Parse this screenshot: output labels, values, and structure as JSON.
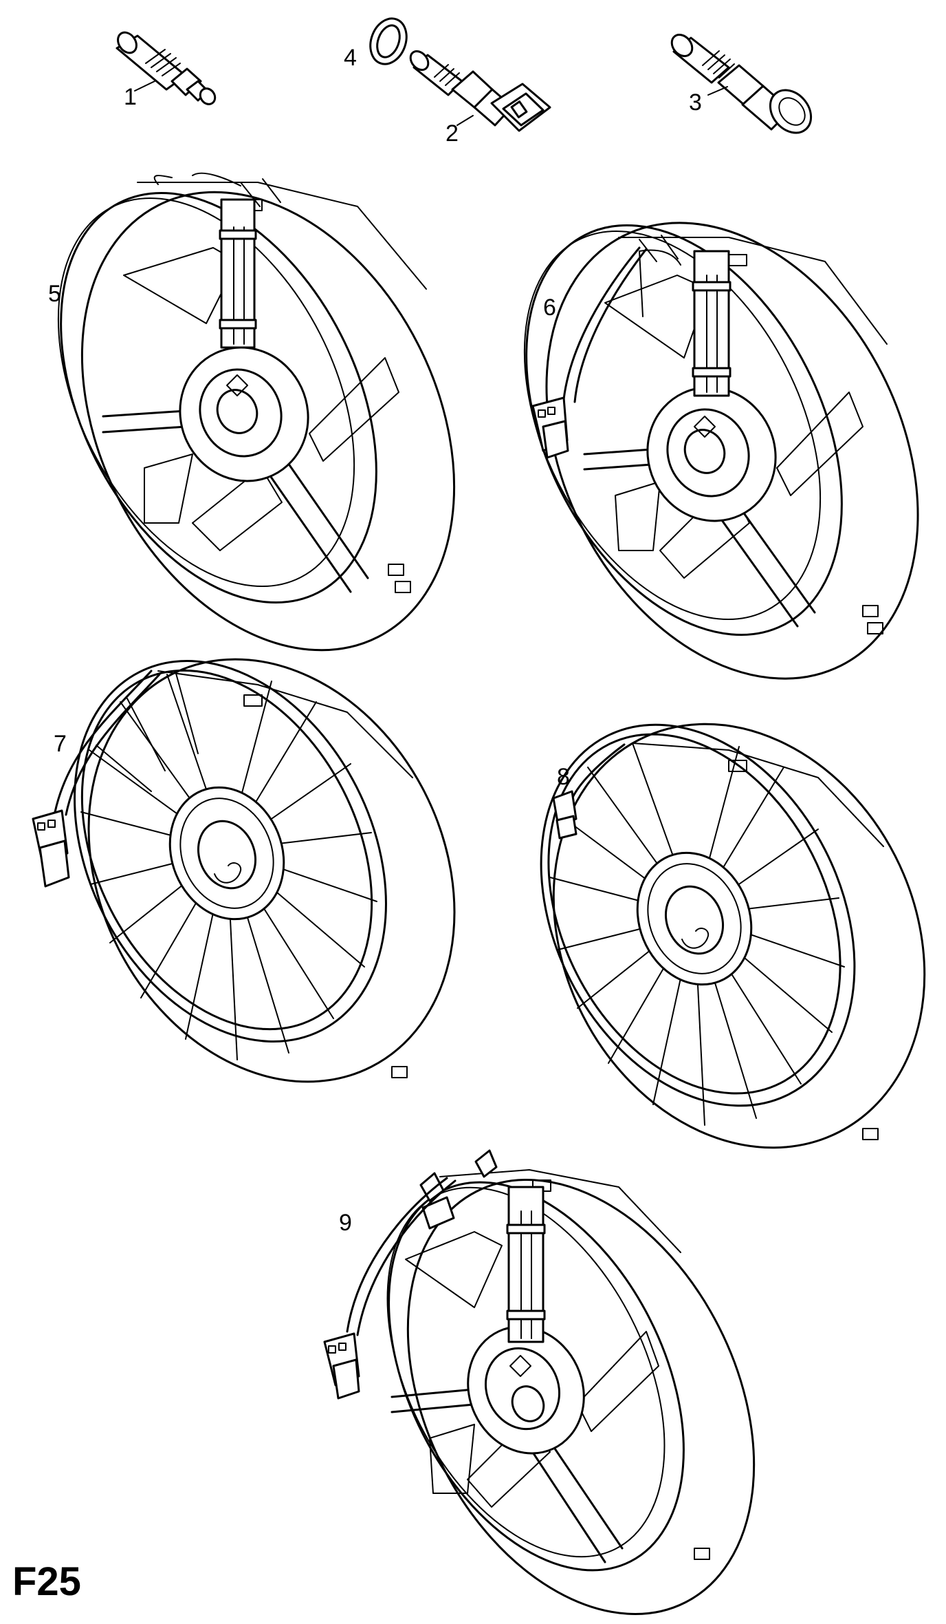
{
  "diagram": {
    "code_label": "F25",
    "parts": [
      {
        "number": "1",
        "icon": "temperature-sensor-small-icon"
      },
      {
        "number": "2",
        "icon": "temperature-sensor-connector-icon"
      },
      {
        "number": "3",
        "icon": "temperature-switch-icon"
      },
      {
        "number": "4",
        "icon": "sealing-ring-icon"
      },
      {
        "number": "5",
        "icon": "fan-assembly-icon"
      },
      {
        "number": "6",
        "icon": "fan-assembly-with-connector-icon"
      },
      {
        "number": "7",
        "icon": "fan-assembly-spoked-icon"
      },
      {
        "number": "8",
        "icon": "fan-assembly-spoked-icon"
      },
      {
        "number": "9",
        "icon": "fan-assembly-with-connector-icon"
      }
    ]
  }
}
